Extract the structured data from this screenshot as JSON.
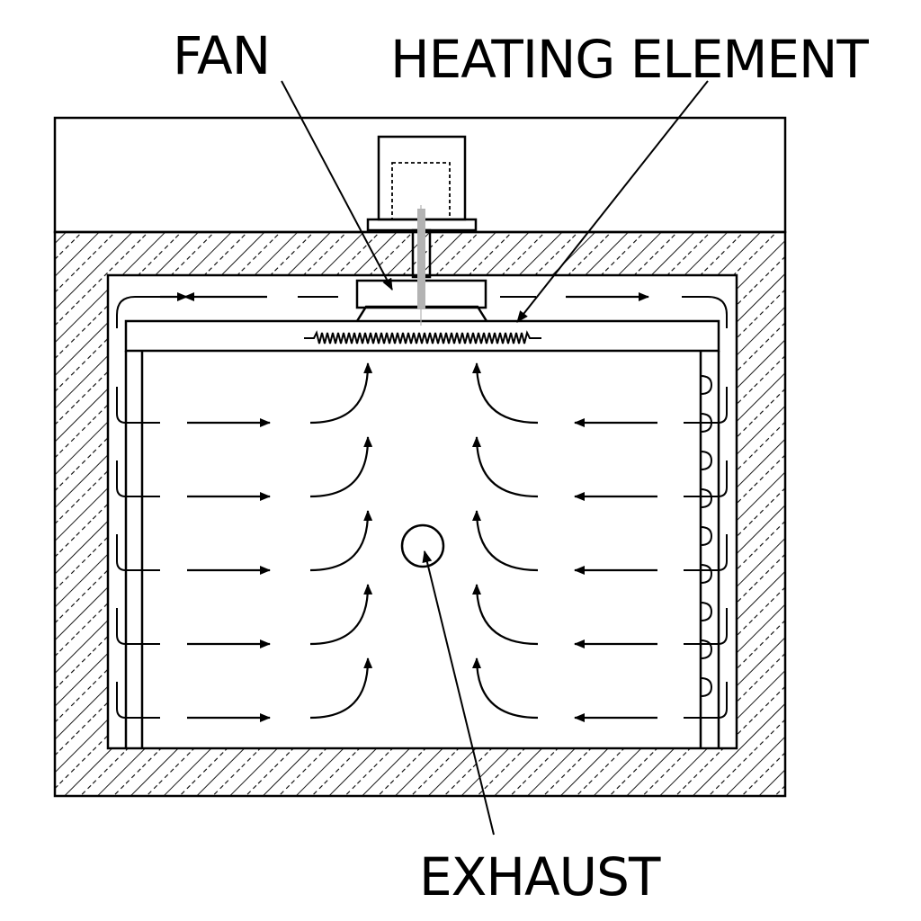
{
  "labels": {
    "fan": "FAN",
    "heating_element": "HEATING ELEMENT",
    "exhaust": "EXHAUST"
  },
  "colors": {
    "line": "#000000",
    "background": "#ffffff",
    "shaft": "#b3b3b3",
    "hatch_dashed": "#000000"
  }
}
